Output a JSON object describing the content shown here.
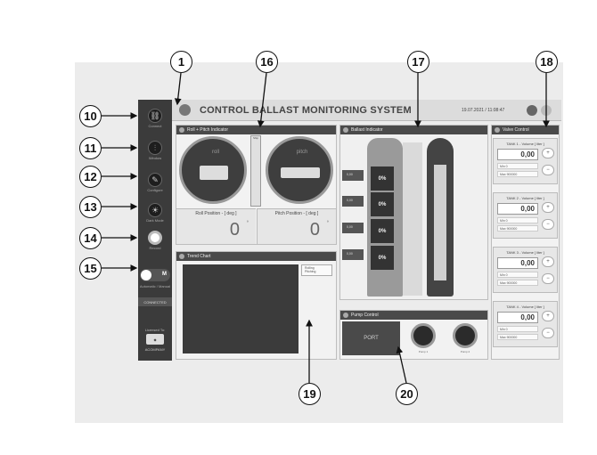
{
  "callouts": [
    "1",
    "16",
    "17",
    "18",
    "10",
    "11",
    "12",
    "13",
    "14",
    "15",
    "19",
    "20"
  ],
  "header": {
    "title": "CONTROL BALLAST MONITORING SYSTEM",
    "datetime": "19.07.2021 / 11:08:47"
  },
  "sidebar": {
    "items": [
      {
        "label": "Connect",
        "icon": "link-icon"
      },
      {
        "label": "Window",
        "icon": "sliders-icon"
      },
      {
        "label": "Configure",
        "icon": "wrench-icon"
      },
      {
        "label": "Dark Mode",
        "icon": "sun-icon"
      },
      {
        "label": "Record",
        "icon": "record-icon"
      }
    ],
    "toggle_label": "M",
    "toggle_sublabels": "Automatic / Manual",
    "connection_status": "CONNECTED",
    "licence_text": "Licensed To:",
    "logo_text": "ACOMPANY"
  },
  "roll_pitch": {
    "title": "Roll + Pitch Indicator",
    "roll_label": "roll",
    "pitch_label": "pitch",
    "scale_label": "Ship",
    "roll_position_label": "Roll Position - [ deg ]",
    "pitch_position_label": "Pitch Position - [ deg ]",
    "roll_value": "0",
    "pitch_value": "0",
    "unit": "°"
  },
  "trend": {
    "title": "Trend Chart",
    "legend": [
      "Rolling",
      "Pitching"
    ]
  },
  "ballast": {
    "title": "Ballast Indicator",
    "tanks": [
      "0%",
      "0%",
      "0%",
      "0%"
    ],
    "side_values": [
      "0,00",
      "0,00",
      "0,00",
      "0,00"
    ]
  },
  "pump": {
    "title": "Pump Control",
    "port_label": "PORT",
    "pump1_label": "Pump 1",
    "pump2_label": "Pump 2"
  },
  "valve": {
    "title": "Valve Control",
    "tanks": [
      {
        "title": "TANK 1 - Volume [ liter ]",
        "value": "0,00",
        "min": "0",
        "max": "900000"
      },
      {
        "title": "TANK 2 - Volume [ liter ]",
        "value": "0,00",
        "min": "0",
        "max": "900000"
      },
      {
        "title": "TANK 3 - Volume [ liter ]",
        "value": "0,00",
        "min": "0",
        "max": "900000"
      },
      {
        "title": "TANK 4 - Volume [ liter ]",
        "value": "0,00",
        "min": "0",
        "max": "900000"
      }
    ],
    "min_label": "Min",
    "max_label": "Max",
    "plus": "+",
    "minus": "−"
  }
}
